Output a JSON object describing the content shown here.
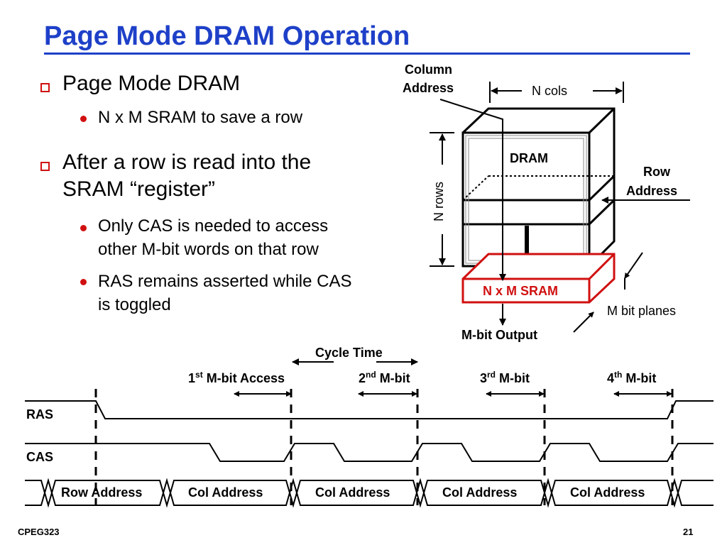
{
  "slide": {
    "title": "Page Mode DRAM Operation",
    "footer_left": "CPEG323",
    "page_number": "21",
    "colors": {
      "title": "#1e40c8",
      "bullet": "#d01010",
      "sram": "#d01010"
    }
  },
  "bullets": [
    {
      "text": "Page Mode DRAM",
      "sub": [
        "N x M SRAM to save a row"
      ]
    },
    {
      "text_lines": [
        "After a row is read into the",
        "SRAM “register”"
      ],
      "sub": [
        {
          "lines": [
            "Only CAS is needed to access",
            "other M-bit words on that row"
          ]
        },
        {
          "lines": [
            "RAS remains asserted while CAS",
            "is toggled"
          ]
        }
      ]
    }
  ],
  "diagram": {
    "column_address": [
      "Column",
      "Address"
    ],
    "n_cols": "N cols",
    "n_rows": "N rows",
    "dram": "DRAM",
    "row_address": [
      "Row",
      "Address"
    ],
    "sram": "N x M SRAM",
    "m_bit_planes": "M bit planes",
    "m_bit_output": "M-bit Output"
  },
  "timing": {
    "cycle_time": "Cycle Time",
    "access_labels": [
      {
        "ord": "1",
        "sup": "st",
        "rest": " M-bit Access"
      },
      {
        "ord": "2",
        "sup": "nd",
        "rest": " M-bit"
      },
      {
        "ord": "3",
        "sup": "rd",
        "rest": " M-bit"
      },
      {
        "ord": "4",
        "sup": "th",
        "rest": " M-bit"
      }
    ],
    "signals": [
      "RAS",
      "CAS"
    ],
    "address_segments": [
      "Row Address",
      "Col Address",
      "Col Address",
      "Col Address",
      "Col Address"
    ]
  }
}
